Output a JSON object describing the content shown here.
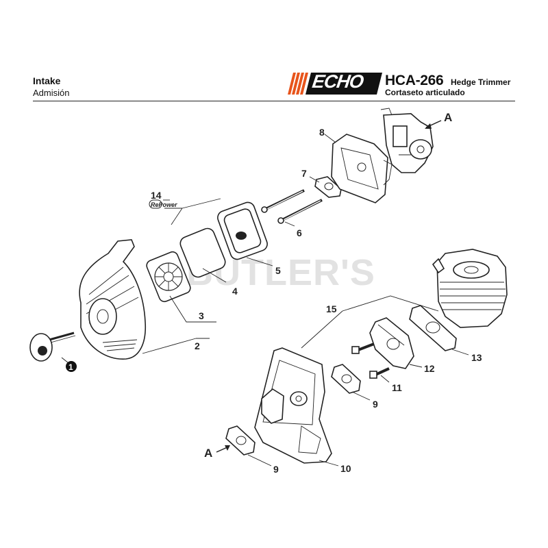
{
  "header": {
    "title": "Intake",
    "subtitle": "Admisión",
    "brand": "ECHO",
    "model": "HCA-266",
    "product_en": "Hedge Trimmer",
    "product_es": "Cortaseto articulado"
  },
  "watermark": "BUTLER'S",
  "repower_badge": "RePower",
  "callouts": {
    "c1": "1",
    "c2": "2",
    "c3": "3",
    "c4": "4",
    "c5": "5",
    "c6": "6",
    "c7": "7",
    "c8": "8",
    "c9a": "9",
    "c9b": "9",
    "c10": "10",
    "c11": "11",
    "c12": "12",
    "c13": "13",
    "c14": "14",
    "c15": "15"
  },
  "refs": {
    "a_top": "A",
    "a_bottom": "A"
  }
}
